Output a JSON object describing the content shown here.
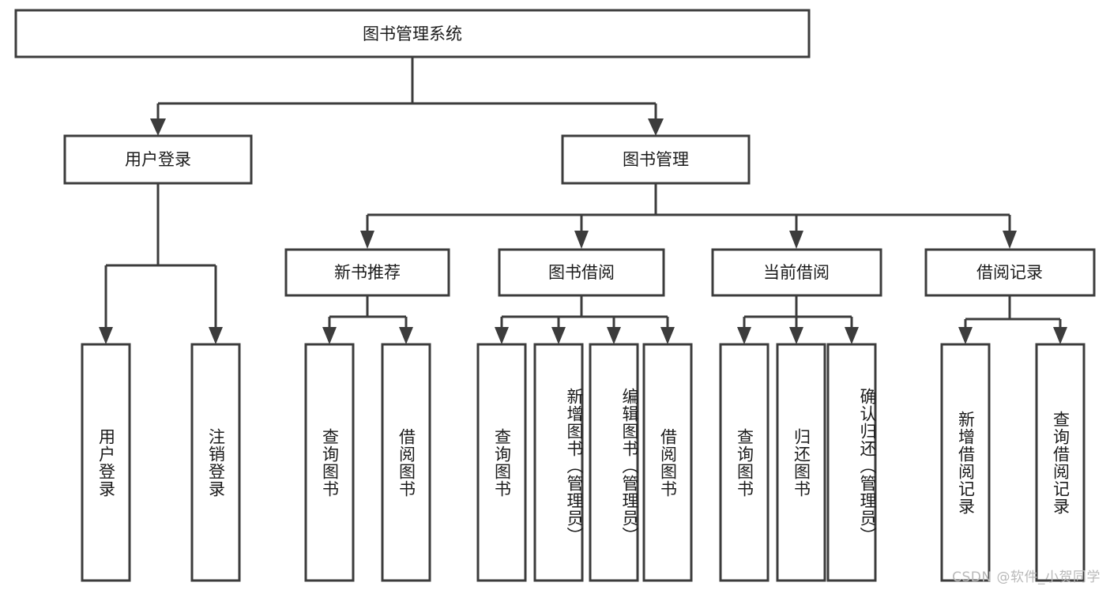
{
  "diagram": {
    "title": "图书管理系统",
    "type": "tree-hierarchy-chart",
    "root": {
      "label": "图书管理系统"
    },
    "level2": [
      {
        "label": "用户登录"
      },
      {
        "label": "图书管理"
      }
    ],
    "level3": [
      {
        "label": "新书推荐"
      },
      {
        "label": "图书借阅"
      },
      {
        "label": "当前借阅"
      },
      {
        "label": "借阅记录"
      }
    ],
    "leaves": {
      "user_login": [
        {
          "label": "用户登录"
        },
        {
          "label": "注销登录"
        }
      ],
      "new_book_recommend": [
        {
          "label": "查询图书"
        },
        {
          "label": "借阅图书"
        }
      ],
      "book_borrow": [
        {
          "label": "查询图书"
        },
        {
          "label": "新增图书（管理员）"
        },
        {
          "label": "编辑图书（管理员）"
        },
        {
          "label": "借阅图书"
        }
      ],
      "current_borrow": [
        {
          "label": "查询图书"
        },
        {
          "label": "归还图书"
        },
        {
          "label": "确认归还（管理员）"
        }
      ],
      "borrow_record": [
        {
          "label": "新增借阅记录"
        },
        {
          "label": "查询借阅记录"
        }
      ]
    }
  },
  "watermark": {
    "text": "CSDN @软件_小贺同学"
  },
  "colors": {
    "stroke": "#3c3c3c",
    "box_fill": "#ffffff",
    "text": "#1b1b1b",
    "watermark": "#b9b9b9",
    "background": "#ffffff"
  }
}
